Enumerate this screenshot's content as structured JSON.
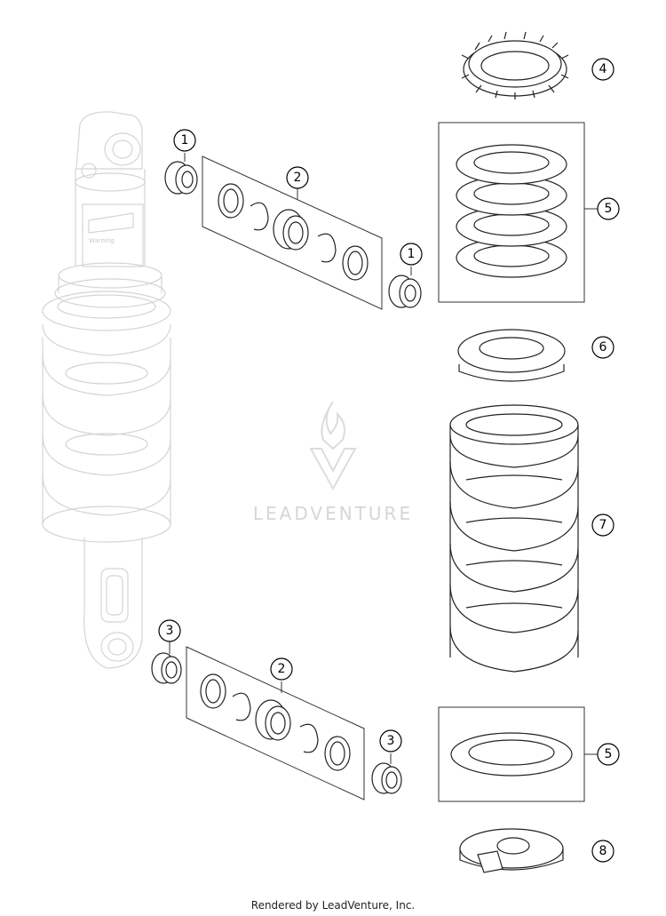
{
  "callouts": [
    {
      "id": "c4",
      "label": "4"
    },
    {
      "id": "c1a",
      "label": "1"
    },
    {
      "id": "c2a",
      "label": "2"
    },
    {
      "id": "c5a",
      "label": "5"
    },
    {
      "id": "c1b",
      "label": "1"
    },
    {
      "id": "c6",
      "label": "6"
    },
    {
      "id": "c7",
      "label": "7"
    },
    {
      "id": "c3a",
      "label": "3"
    },
    {
      "id": "c2b",
      "label": "2"
    },
    {
      "id": "c3b",
      "label": "3"
    },
    {
      "id": "c5b",
      "label": "5"
    },
    {
      "id": "c8",
      "label": "8"
    }
  ],
  "warning_label": "Warning",
  "watermark": "LEADVENTURE",
  "footer": "Rendered by LeadVenture, Inc."
}
